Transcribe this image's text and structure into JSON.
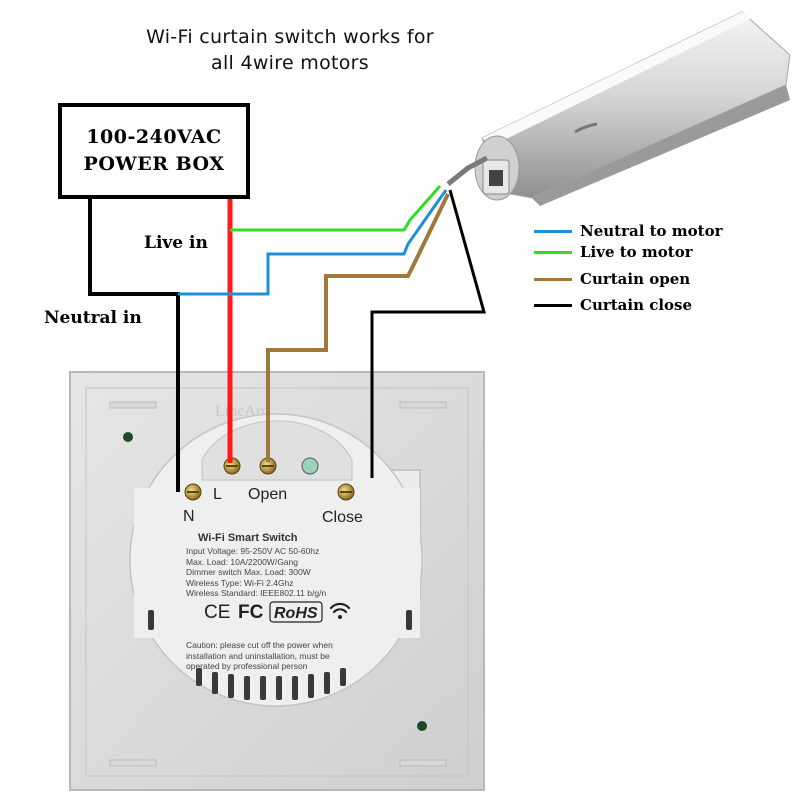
{
  "title": {
    "line1": "Wi-Fi curtain switch works for",
    "line2": "all 4wire motors"
  },
  "power_box": {
    "line1": "100-240VAC",
    "line2": "POWER BOX"
  },
  "labels": {
    "live_in": "Live in",
    "neutral_in": "Neutral in"
  },
  "legend": [
    {
      "label": "Neutral to motor",
      "color": "#1e90d8"
    },
    {
      "label": "Live to motor",
      "color": "#33dd22"
    },
    {
      "label": "Curtain open",
      "color": "#a0783c"
    },
    {
      "label": "Curtain close",
      "color": "#000000"
    }
  ],
  "switch": {
    "brand": "LincArt",
    "terminals": {
      "neutral": "N",
      "live": "L",
      "open": "Open",
      "close": "Close"
    },
    "module": {
      "title": "Wi-Fi Smart Switch",
      "specs": [
        "Input Voltage: 95-250V AC 50-60hz",
        "Max. Load: 10A/2200W/Gang",
        "Dimmer switch Max. Load: 300W",
        "Wireless Type: Wi-Fi 2.4Ghz",
        "Wireless Standard: IEEE802.11 b/g/n"
      ],
      "certifications": {
        "ce": "CE",
        "fc": "FC",
        "rohs": "RoHS"
      },
      "caution": [
        "Caution: please cut off the power when",
        "installation and uninstallation, must be",
        "operated by professional person"
      ]
    }
  },
  "colors": {
    "live": "#ff1a1a",
    "neutral": "#000000",
    "neutral_motor": "#1e90d8",
    "live_motor": "#33dd22",
    "open": "#a0783c",
    "close": "#000000"
  }
}
